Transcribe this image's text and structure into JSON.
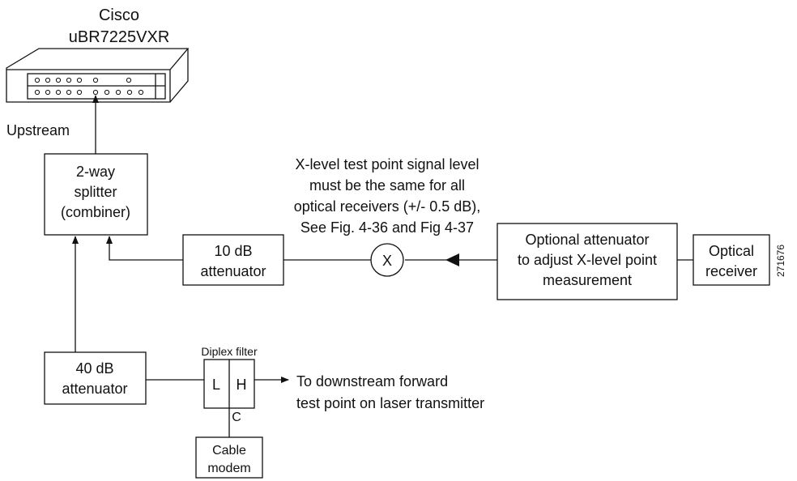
{
  "router": {
    "name_line1": "Cisco",
    "name_line2": "uBR7225VXR"
  },
  "upstream_label": "Upstream",
  "splitter": {
    "line1": "2-way",
    "line2": "splitter",
    "line3": "(combiner)"
  },
  "note": {
    "line1": "X-level test point signal level",
    "line2": "must be the same for all",
    "line3": "optical receivers (+/- 0.5 dB),",
    "line4": "See Fig. 4-36 and Fig 4-37"
  },
  "attenuator_10db": {
    "line1": "10 dB",
    "line2": "attenuator"
  },
  "test_point_marker": "X",
  "optional_attenuator": {
    "line1": "Optional attenuator",
    "line2": "to adjust X-level point",
    "line3": "measurement"
  },
  "optical_receiver": {
    "line1": "Optical",
    "line2": "receiver"
  },
  "figure_id": "271676",
  "attenuator_40db": {
    "line1": "40 dB",
    "line2": "attenuator"
  },
  "diplex_filter": {
    "title": "Diplex filter",
    "port_low": "L",
    "port_high": "H",
    "port_common": "C"
  },
  "downstream_label": {
    "line1": "To downstream forward",
    "line2": "test point on laser transmitter"
  },
  "cable_modem": {
    "line1": "Cable",
    "line2": "modem"
  }
}
